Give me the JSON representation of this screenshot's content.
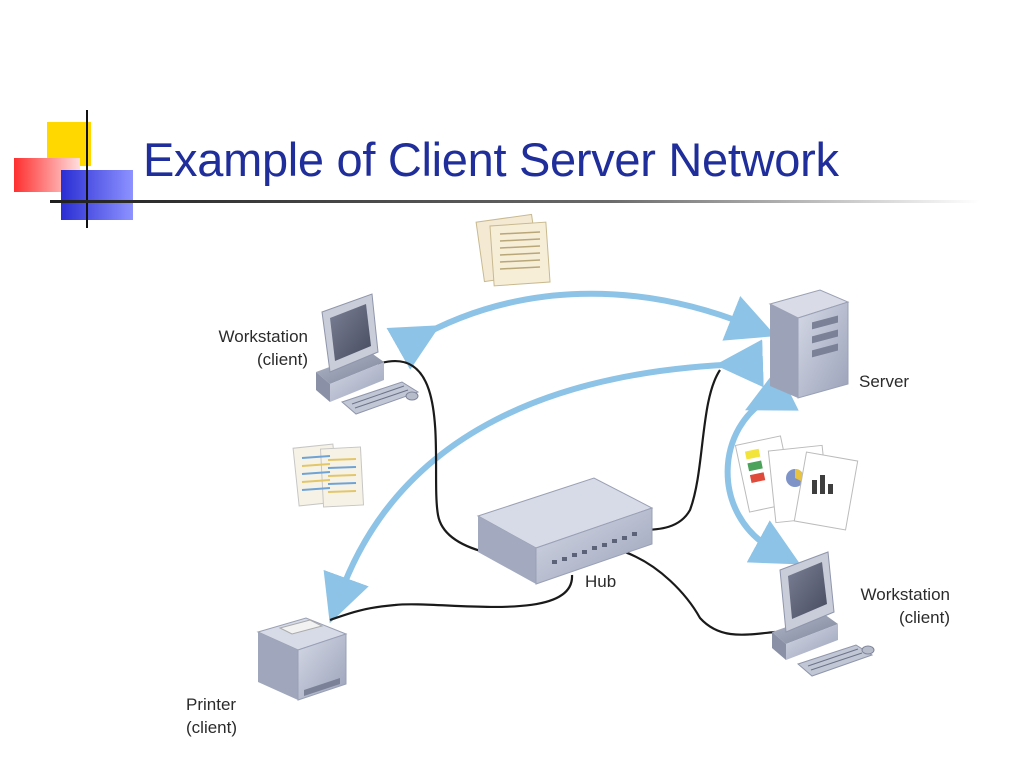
{
  "slide": {
    "title": "Example of Client Server Network"
  },
  "diagram": {
    "nodes": [
      {
        "id": "workstation-top",
        "line1": "Workstation",
        "line2": "(client)"
      },
      {
        "id": "server",
        "line1": "Server"
      },
      {
        "id": "hub",
        "line1": "Hub"
      },
      {
        "id": "workstation-bottom",
        "line1": "Workstation",
        "line2": "(client)"
      },
      {
        "id": "printer",
        "line1": "Printer",
        "line2": "(client)"
      }
    ]
  },
  "colors": {
    "title": "#1f2e9b",
    "arrow": "#8cc3e6",
    "cable": "#1a1a1a",
    "device": "#aeb4c8",
    "accent_yellow": "#ffd800",
    "accent_blue": "#2b2fd0",
    "accent_red": "#ff3b3b"
  }
}
